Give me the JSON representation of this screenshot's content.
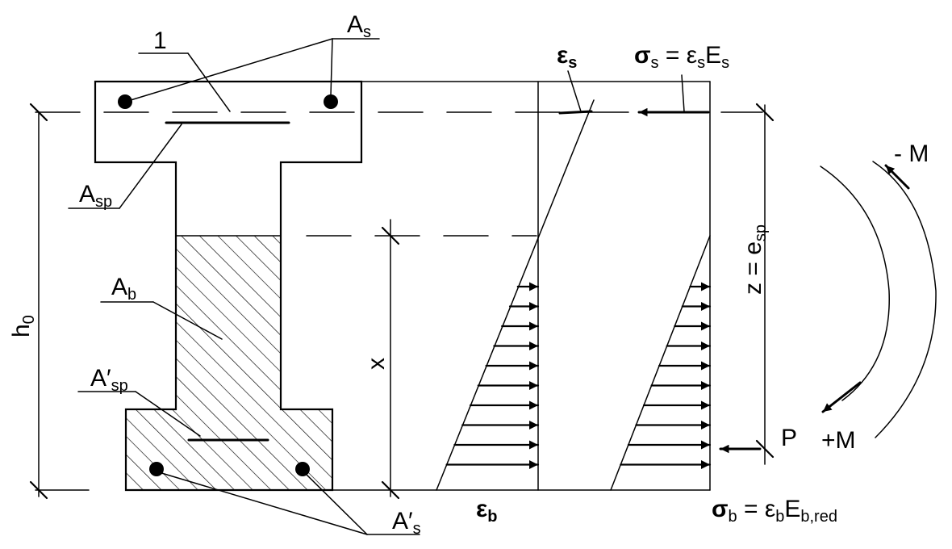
{
  "labels": {
    "leader_1": "1",
    "As": {
      "main": "A",
      "sub": "s"
    },
    "Asp": {
      "main": "A",
      "sub": "sp"
    },
    "Ab": {
      "main": "A",
      "sub": "b"
    },
    "Asp_prime": {
      "main": "A′",
      "sub": "sp"
    },
    "As_prime": {
      "main": "A′",
      "sub": "s"
    },
    "h0": {
      "main": "h",
      "sub": "0"
    },
    "x": "x",
    "eps_s": {
      "main": "ε",
      "sub": "s"
    },
    "sigma_s": {
      "p1": "σ",
      "s1": "s",
      "p2": " = ε",
      "s2": "s",
      "p3": "E",
      "s3": "s"
    },
    "z_esp": {
      "p1": "z = e",
      "s1": "sp"
    },
    "minus_M": "- M",
    "plus_M": "+M",
    "P": "P",
    "eps_b": {
      "main": "ε",
      "sub": "b"
    },
    "sigma_b": {
      "p1": "σ",
      "s1": "b",
      "p2": " = ε",
      "s2": "b",
      "p3": "E",
      "s3": "b,red"
    }
  }
}
